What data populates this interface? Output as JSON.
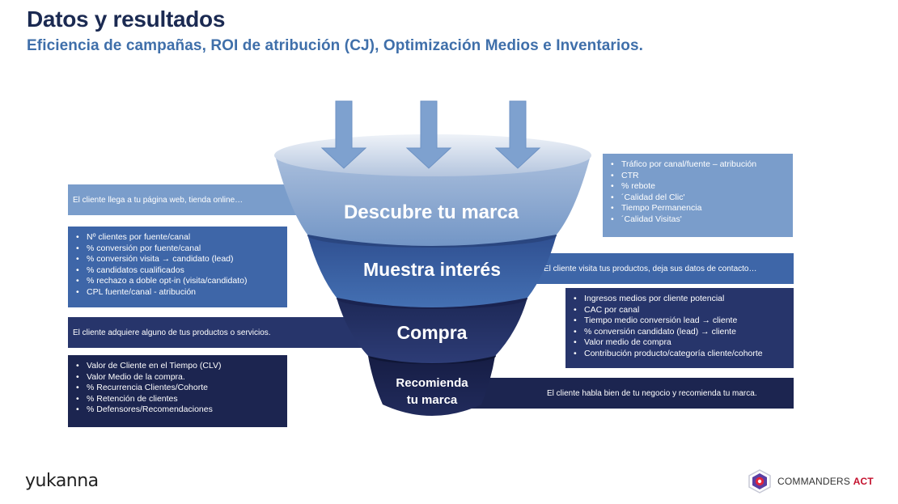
{
  "header": {
    "title": "Datos y resultados",
    "subtitle": "Eficiencia de campañas, ROI de atribución (CJ), Optimización Medios e Inventarios."
  },
  "stages": [
    {
      "label": "Descubre tu marca",
      "color": "#7a9dcb"
    },
    {
      "label": "Muestra interés",
      "color": "#3e66a8"
    },
    {
      "label": "Compra",
      "color": "#27356b"
    },
    {
      "label_lines": [
        "Recomienda",
        "tu marca"
      ],
      "color": "#1c2550"
    }
  ],
  "descriptions": [
    "El cliente llega a tu página web, tienda online…",
    "El cliente visita tus productos, deja sus datos de contacto…",
    "El cliente adquiere alguno de tus productos o servicios.",
    "El cliente habla bien de tu negocio y recomienda tu marca."
  ],
  "kpi_boxes": [
    {
      "items": [
        "Tráfico por canal/fuente – atribución",
        "CTR",
        "% rebote",
        "´Calidad del Clic'",
        "Tiempo Permanencia",
        "´Calidad Visitas'"
      ]
    },
    {
      "items": [
        "Nº clientes por fuente/canal",
        "% conversión por fuente/canal",
        "% conversión visita → candidato (lead)",
        "% candidatos cualificados",
        "% rechazo a doble opt-in (visita/candidato)",
        "CPL fuente/canal - atribución"
      ]
    },
    {
      "items": [
        "Ingresos medios por cliente potencial",
        "CAC por canal",
        "Tiempo medio conversión lead → cliente",
        "% conversión candidato (lead) → cliente",
        "Valor medio de compra",
        "Contribución producto/categoría cliente/cohorte"
      ]
    },
    {
      "items": [
        "Valor de Cliente en el Tiempo (CLV)",
        "Valor Medio de la compra.",
        "% Recurrencia Clientes/Cohorte",
        "% Retención de clientes",
        "% Defensores/Recomendaciones"
      ]
    }
  ],
  "footer": {
    "logo_left": "yukanna",
    "logo_right_prefix": "COMMANDERS",
    "logo_right_suffix": "ACT"
  }
}
